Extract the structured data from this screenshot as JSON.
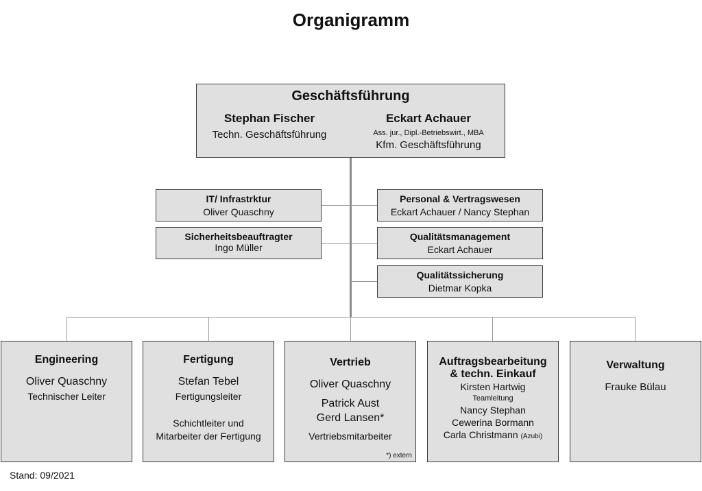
{
  "title": "Organigramm",
  "footer": "Stand: 09/2021",
  "management": {
    "heading": "Geschäftsführung",
    "person1": {
      "name": "Stephan Fischer",
      "role": "Techn. Geschäftsführung"
    },
    "person2": {
      "name": "Eckart Achauer",
      "credentials": "Ass. jur., Dipl.-Betriebswirt., MBA",
      "role": "Kfm. Geschäftsführung"
    }
  },
  "staff_left": [
    {
      "title": "IT/ Infrastrktur",
      "person": "Oliver Quaschny"
    },
    {
      "title": "Sicherheitsbeauftragter",
      "person": "Ingo Müller"
    }
  ],
  "staff_right": [
    {
      "title": "Personal & Vertragswesen",
      "person": "Eckart Achauer / Nancy Stephan"
    },
    {
      "title": "Qualitätsmanagement",
      "person": "Eckart Achauer"
    },
    {
      "title": "Qualitätssicherung",
      "person": "Dietmar Kopka"
    }
  ],
  "departments": {
    "engineering": {
      "title": "Engineering",
      "person": "Oliver Quaschny",
      "role": "Technischer Leiter"
    },
    "fertigung": {
      "title": "Fertigung",
      "person": "Stefan Tebel",
      "role": "Fertigungsleiter",
      "extra1": "Schichtleiter und",
      "extra2": "Mitarbeiter der Fertigung"
    },
    "vertrieb": {
      "title": "Vertrieb",
      "person1": "Oliver Quaschny",
      "person2": "Patrick Aust",
      "person3": "Gerd Lansen*",
      "role": "Vertriebsmitarbeiter",
      "note": "*) extern"
    },
    "auftrag": {
      "title_line1": "Auftragsbearbeitung",
      "title_line2": "& techn. Einkauf",
      "person1": "Kirsten Hartwig",
      "role": "Teamleitung",
      "person2": "Nancy Stephan",
      "person3": "Cewerina Bormann",
      "person4": "Carla Christmann",
      "person4_note": "(Azubi)"
    },
    "verwaltung": {
      "title": "Verwaltung",
      "person": "Frauke Bülau"
    }
  }
}
